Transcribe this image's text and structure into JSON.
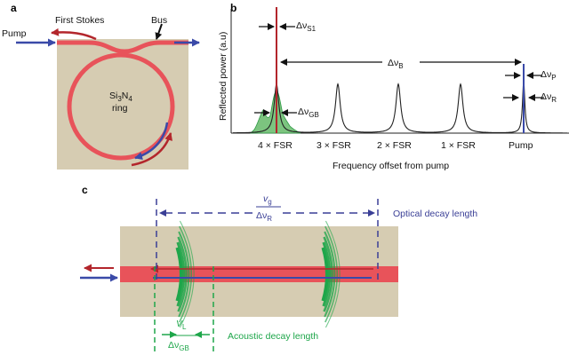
{
  "panels": {
    "a": {
      "letter": "a",
      "pump_label": "Pump",
      "first_stokes_label": "First Stokes",
      "bus_label": "Bus",
      "ring_label_main": "Si",
      "ring_label_sub1": "3",
      "ring_label_mid": "N",
      "ring_label_sub2": "4",
      "ring_label_line2": "ring"
    },
    "b": {
      "letter": "b",
      "ylabel": "Reflected power (a.u)",
      "xlabel": "Frequency offset from pump",
      "tick_labels": [
        "4 × FSR",
        "3 × FSR",
        "2 × FSR",
        "1 × FSR",
        "Pump"
      ],
      "delta": "Δ",
      "nu": "ν",
      "sub_S1": "S1",
      "sub_B": "B",
      "sub_P": "P",
      "sub_R": "R",
      "sub_GB": "GB"
    },
    "c": {
      "letter": "c",
      "vg_num_main": "v",
      "vg_num_sub": "g",
      "vg_den_main": "Δν",
      "vg_den_sub": "R",
      "optical_label": "Optical decay length",
      "vl_num_main": "V",
      "vl_num_sub": "L",
      "vl_den_main": "Δν",
      "vl_den_sub": "GB",
      "acoustic_label": "Acoustic decay length"
    }
  },
  "colors": {
    "chip": "#d6ccb2",
    "waveguide": "#e8535a",
    "pump_blue": "#3a4aa8",
    "stokes_red": "#b3262c",
    "acoustic_green": "#1ea64a",
    "spectrum_line": "#222222"
  }
}
